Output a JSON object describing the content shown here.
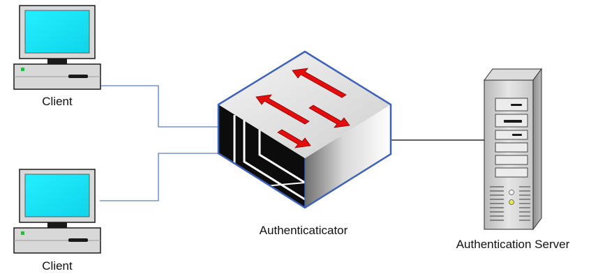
{
  "labels": {
    "client_top": "Client",
    "client_bottom": "Client",
    "authenticator": "Authenticaticator",
    "server": "Authentication Server"
  },
  "colors": {
    "screen": "#17e6f5",
    "monitor_body": "#d8d8d8",
    "client_link": "#5a7fc0",
    "server_link": "#000000",
    "switch_outline": "#3f62b8",
    "arrow": "#e30d0d",
    "led": "#1fbf3a"
  },
  "icons": [
    "desktop-computer-icon",
    "network-switch-icon",
    "tower-server-icon"
  ]
}
